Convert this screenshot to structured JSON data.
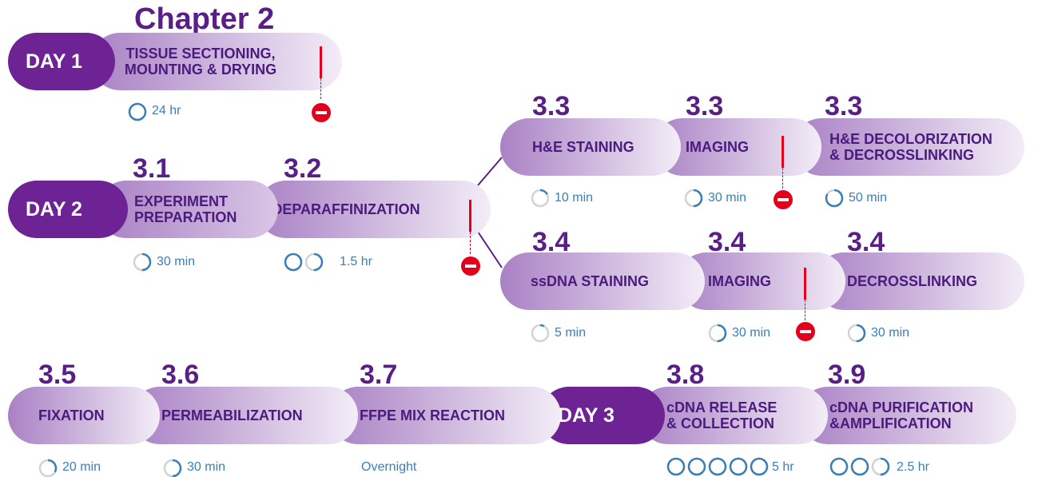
{
  "title": "Chapter 2",
  "days": {
    "day1": "DAY 1",
    "day2": "DAY 2",
    "day3": "DAY 3"
  },
  "day1": {
    "step": {
      "label_line1": "TISSUE SECTIONING,",
      "label_line2": "MOUNTING & DRYING",
      "time": "24 hr"
    }
  },
  "day2": {
    "s31": {
      "number": "3.1",
      "label_line1": "EXPERIMENT",
      "label_line2": "PREPARATION",
      "time": "30 min"
    },
    "s32": {
      "number": "3.2",
      "label": "DEPARAFFINIZATION",
      "time": "1.5 hr"
    },
    "he": {
      "stain": {
        "number": "3.3",
        "label": "H&E STAINING",
        "time": "10 min"
      },
      "imaging": {
        "number": "3.3",
        "label": "IMAGING",
        "time": "30 min"
      },
      "decolor": {
        "number": "3.3",
        "label_line1": "H&E DECOLORIZATION",
        "label_line2": "& DECROSSLINKING",
        "time": "50 min"
      }
    },
    "ss": {
      "stain": {
        "number": "3.4",
        "label": "ssDNA STAINING",
        "time": "5 min"
      },
      "imaging": {
        "number": "3.4",
        "label": "IMAGING",
        "time": "30 min"
      },
      "decross": {
        "number": "3.4",
        "label": "DECROSSLINKING",
        "time": "30 min"
      }
    }
  },
  "bottom": {
    "s35": {
      "number": "3.5",
      "label": "FIXATION",
      "time": "20 min"
    },
    "s36": {
      "number": "3.6",
      "label": "PERMEABILIZATION",
      "time": "30 min"
    },
    "s37": {
      "number": "3.7",
      "label": "FFPE MIX REACTION",
      "time": "Overnight"
    },
    "s38": {
      "number": "3.8",
      "label_line1": "cDNA RELEASE",
      "label_line2": "& COLLECTION",
      "time": "5 hr"
    },
    "s39": {
      "number": "3.9",
      "label_line1": "cDNA PURIFICATION",
      "label_line2": "&AMPLIFICATION",
      "time": "2.5 hr"
    }
  },
  "icons": {
    "clock": "clock-progress-icon",
    "stop": "stop-sign-icon",
    "pause_marker": "stopping-point-marker-icon"
  },
  "colors": {
    "day_fill": "#6e2394",
    "pill_dark": "#a981c4",
    "pill_light": "#f3edf7",
    "heading": "#5a1f86",
    "time_text": "#3b7fb5",
    "stop_red": "#e2001a"
  },
  "clock_fractions": {
    "day1": [
      1.0
    ],
    "s31": [
      0.5
    ],
    "s32": [
      1.0,
      0.5
    ],
    "he_stain": [
      0.17
    ],
    "he_imaging": [
      0.5
    ],
    "he_decolor": [
      0.83
    ],
    "ss_stain": [
      0.08
    ],
    "ss_imaging": [
      0.5
    ],
    "ss_decross": [
      0.5
    ],
    "s35": [
      0.33
    ],
    "s36": [
      0.5
    ],
    "s38": [
      1.0,
      1.0,
      1.0,
      1.0,
      1.0
    ],
    "s39": [
      1.0,
      1.0,
      0.5
    ]
  }
}
